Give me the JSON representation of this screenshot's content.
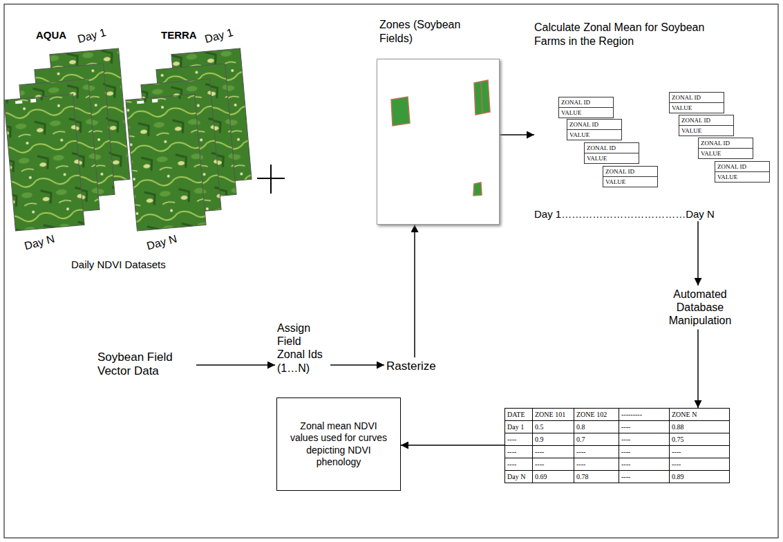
{
  "diagram": {
    "nodes": [
      {
        "text": [
          "Zones (Soybean Fields)"
        ]
      },
      {
        "text": [
          "Calculate Zonal Mean for Soybean Farms in the Region",
          "Day 1………………………………Day N"
        ]
      },
      {
        "text": [
          "Automated Database Manipulation"
        ]
      },
      {
        "text": [
          "DATE",
          "ZONE 101",
          "ZONE 102",
          "---------",
          "ZONE N",
          "Day 1",
          "0.5",
          "0.8",
          "----",
          "0.88",
          "----",
          "0.9",
          "0.7",
          "----",
          "0.75",
          "----",
          "----",
          "----",
          "----",
          "----",
          "----",
          "----",
          "----",
          "----",
          "----",
          "Day N",
          "0.69",
          "0.78",
          "----",
          "0.89"
        ]
      },
      {
        "text": [
          "Zonal mean NDVI values used for curves depicting NDVI phenology"
        ]
      },
      {
        "text": [
          "Soybean Field Vector Data"
        ]
      },
      {
        "text": [
          "Assign Field Zonal Ids (1…N)"
        ]
      },
      {
        "text": [
          "Rasterize"
        ]
      }
    ],
    "edges": [
      {
        "from": 5,
        "to": 6,
        "arrow": "to"
      },
      {
        "from": 6,
        "to": 7,
        "arrow": "to"
      },
      {
        "from": 7,
        "to": 0,
        "arrow": "to"
      },
      {
        "from": 0,
        "to": 1,
        "arrow": "to"
      },
      {
        "from": 1,
        "to": 2,
        "arrow": "to"
      },
      {
        "from": 2,
        "to": 3,
        "arrow": "to"
      },
      {
        "from": 3,
        "to": 4,
        "arrow": "to"
      }
    ],
    "labels": [
      "AQUA",
      "TERRA",
      "Day 1",
      "Day 1",
      "Day N",
      "Day N",
      "Daily NDVI Datasets",
      "ZONAL ID",
      "VALUE",
      "ZONAL ID",
      "VALUE",
      "ZONAL ID",
      "VALUE",
      "ZONAL ID",
      "VALUE",
      "ZONAL ID",
      "VALUE",
      "ZONAL ID",
      "VALUE",
      "ZONAL ID",
      "VALUE",
      "ZONAL ID",
      "VALUE"
    ]
  }
}
